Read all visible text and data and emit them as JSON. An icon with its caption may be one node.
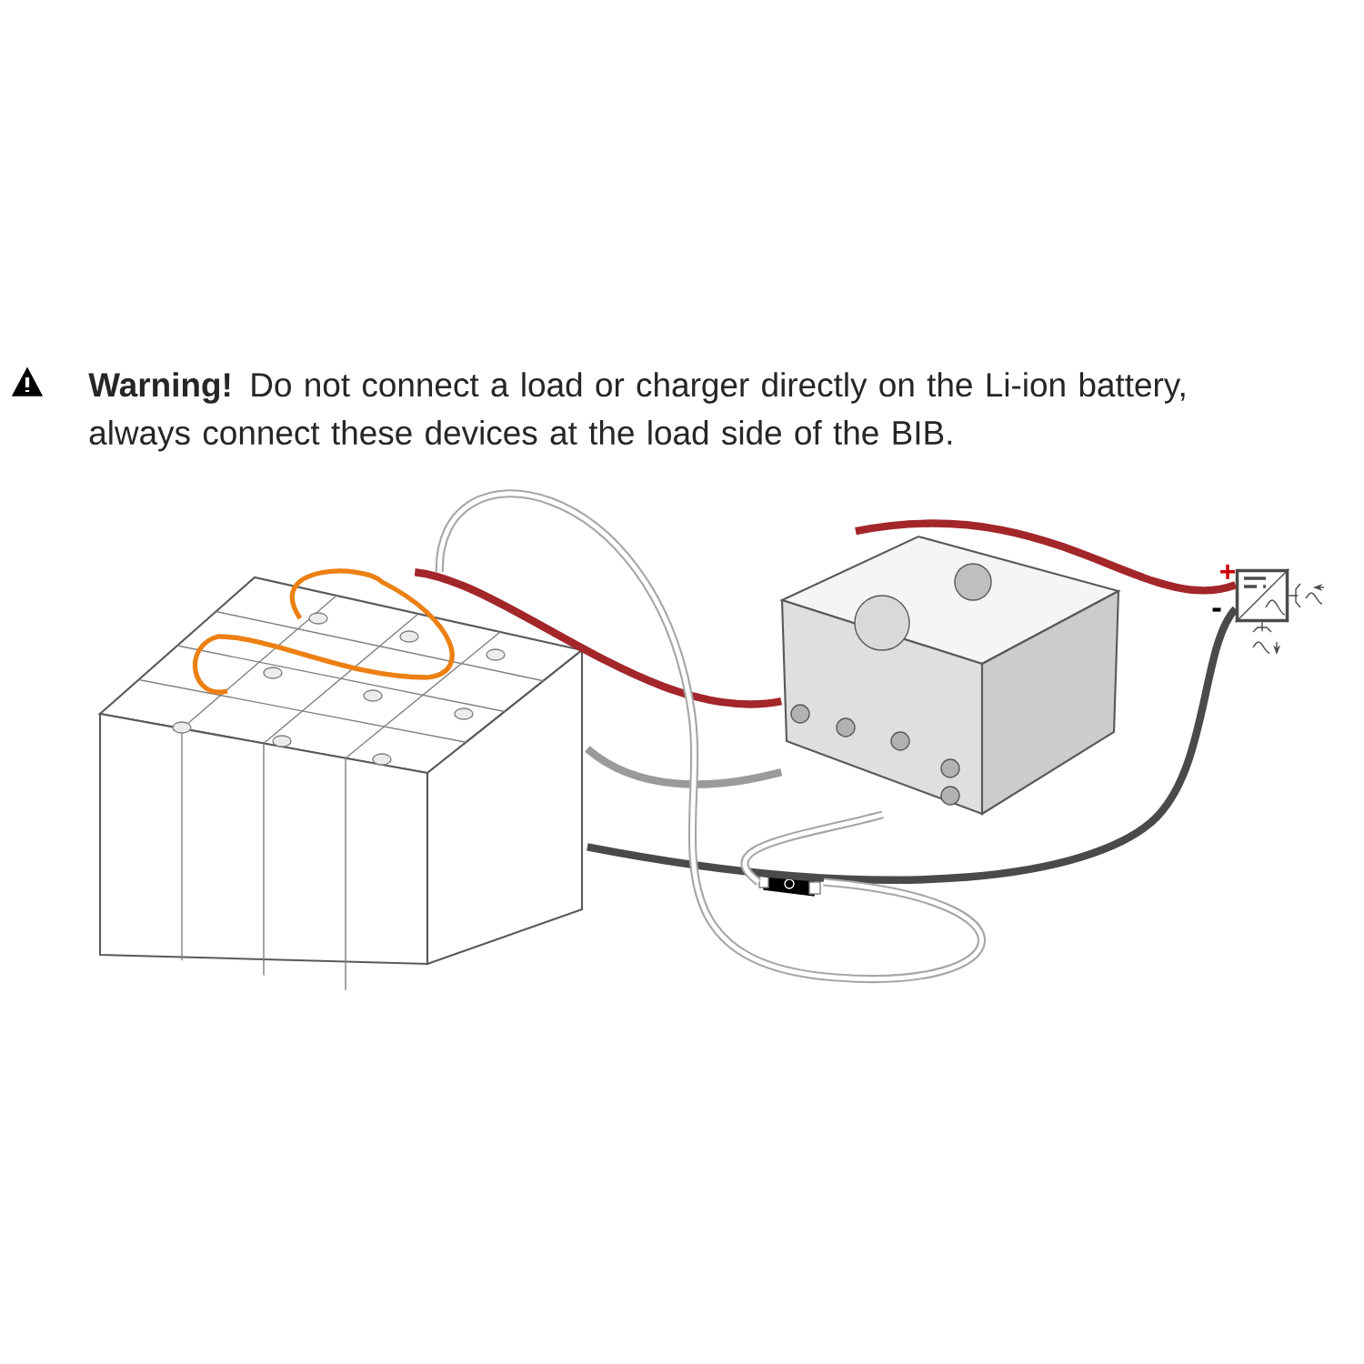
{
  "diagram": {
    "nodes": [
      {
        "text": [],
        "shape": "picture"
      },
      {
        "text": [],
        "shape": "picture"
      },
      {
        "text": [],
        "shape": "box"
      },
      {
        "text": [],
        "shape": "picture"
      }
    ],
    "edges": [
      {
        "from": 0,
        "to": 1,
        "arrow": "none",
        "color": "#a3262a"
      },
      {
        "from": 1,
        "to": 2,
        "arrow": "none",
        "color": "#a3262a"
      },
      {
        "from": 0,
        "to": 2,
        "arrow": "none",
        "color": "#4a4a4a"
      },
      {
        "from": 1,
        "to": 0,
        "arrow": "none",
        "color": "#9a9a9a"
      },
      {
        "from": 1,
        "to": 3,
        "arrow": "none",
        "color": "#a6a6a6"
      },
      {
        "from": 3,
        "to": 0,
        "arrow": "none",
        "color": "#a6a6a6"
      }
    ],
    "labels": [
      "**Warning!** Do not connect a load or charger directly on the Li-ion battery, always connect these devices at the load side of the BIB.",
      "+",
      "-"
    ]
  }
}
